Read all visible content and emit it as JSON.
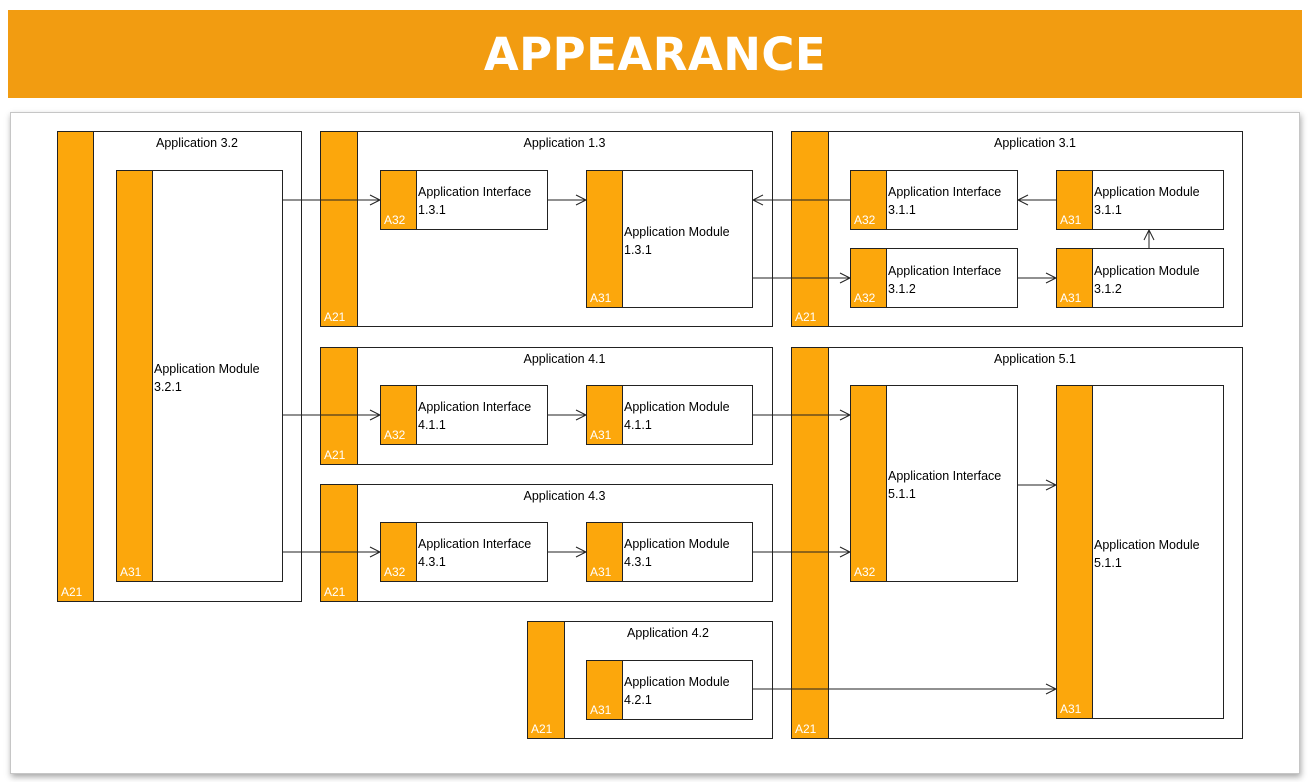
{
  "header": {
    "title": "APPEARANCE"
  },
  "colors": {
    "banner": "#f29c11",
    "element_bar": "#fca70c",
    "stroke": "#222222"
  },
  "containers": [
    {
      "id": "app32",
      "name": "Application 3.2",
      "code": "A21"
    },
    {
      "id": "app13",
      "name": "Application 1.3",
      "code": "A21"
    },
    {
      "id": "app31",
      "name": "Application 3.1",
      "code": "A21"
    },
    {
      "id": "app41",
      "name": "Application 4.1",
      "code": "A21"
    },
    {
      "id": "app51",
      "name": "Application 5.1",
      "code": "A21"
    },
    {
      "id": "app43",
      "name": "Application 4.3",
      "code": "A21"
    },
    {
      "id": "app42",
      "name": "Application 4.2",
      "code": "A21"
    }
  ],
  "elements": [
    {
      "id": "m321",
      "line1": "Application Module",
      "line2": "3.2.1",
      "code": "A31"
    },
    {
      "id": "i131",
      "line1": "Application Interface",
      "line2": "1.3.1",
      "code": "A32"
    },
    {
      "id": "m131",
      "line1": "Application Module",
      "line2": "1.3.1",
      "code": "A31"
    },
    {
      "id": "i311",
      "line1": "Application Interface",
      "line2": "3.1.1",
      "code": "A32"
    },
    {
      "id": "m311",
      "line1": "Application Module",
      "line2": "3.1.1",
      "code": "A31"
    },
    {
      "id": "i312",
      "line1": "Application Interface",
      "line2": "3.1.2",
      "code": "A32"
    },
    {
      "id": "m312",
      "line1": "Application Module",
      "line2": "3.1.2",
      "code": "A31"
    },
    {
      "id": "i411",
      "line1": "Application Interface",
      "line2": "4.1.1",
      "code": "A32"
    },
    {
      "id": "m411",
      "line1": "Application Module",
      "line2": "4.1.1",
      "code": "A31"
    },
    {
      "id": "i511",
      "line1": "Application Interface",
      "line2": "5.1.1",
      "code": "A32"
    },
    {
      "id": "m511",
      "line1": "Application Module",
      "line2": "5.1.1",
      "code": "A31"
    },
    {
      "id": "i431",
      "line1": "Application Interface",
      "line2": "4.3.1",
      "code": "A32"
    },
    {
      "id": "m431",
      "line1": "Application Module",
      "line2": "4.3.1",
      "code": "A31"
    },
    {
      "id": "m421",
      "line1": "Application Module",
      "line2": "4.2.1",
      "code": "A31"
    }
  ],
  "relations": [
    {
      "from": "m321",
      "to": "i131"
    },
    {
      "from": "m321",
      "to": "i411"
    },
    {
      "from": "m321",
      "to": "i431"
    },
    {
      "from": "i131",
      "to": "m131"
    },
    {
      "from": "i311",
      "to": "m131"
    },
    {
      "from": "m311",
      "to": "i311"
    },
    {
      "from": "m312",
      "to": "m311"
    },
    {
      "from": "m131",
      "to": "i312"
    },
    {
      "from": "i312",
      "to": "m312"
    },
    {
      "from": "i411",
      "to": "m411"
    },
    {
      "from": "m411",
      "to": "i511"
    },
    {
      "from": "i431",
      "to": "m431"
    },
    {
      "from": "m431",
      "to": "i511"
    },
    {
      "from": "i511",
      "to": "m511"
    },
    {
      "from": "m421",
      "to": "m511"
    }
  ]
}
